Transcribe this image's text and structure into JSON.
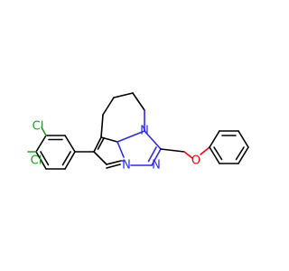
{
  "structure": {
    "atom_labels": {
      "cl_upper": "Cl",
      "cl_lower": "Cl",
      "n_ring": "N",
      "n_bridge": "N",
      "n_imine": "N",
      "o_ether": "O"
    },
    "colors": {
      "carbon_bond": "#000000",
      "nitrogen": "#2828ff",
      "oxygen": "#ff0000",
      "chlorine": "#1fa01f"
    }
  }
}
